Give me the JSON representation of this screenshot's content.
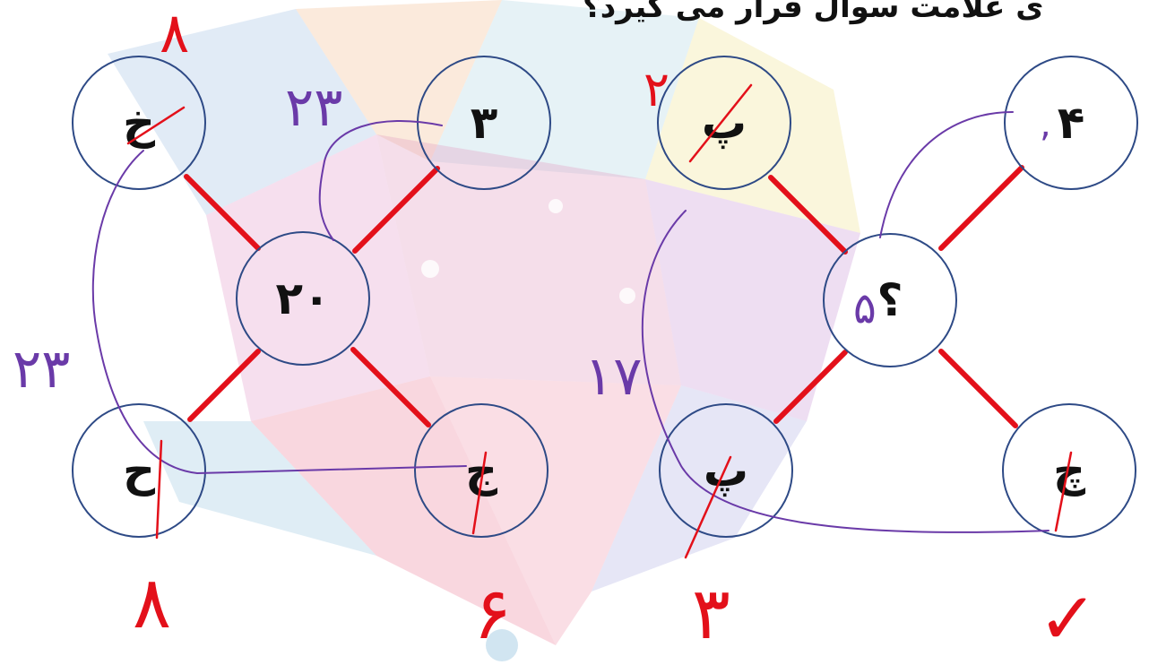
{
  "question_text": "ی علامت سوال قرار می گیرد؟",
  "left_puzzle": {
    "center": "۲۰",
    "top_left": "خ",
    "top_right": "۳",
    "bottom_left": "ح",
    "bottom_right": "ج"
  },
  "right_puzzle": {
    "center": "؟",
    "top_left": "پ",
    "top_right": "۴",
    "bottom_left": "پ",
    "bottom_right": "چ"
  },
  "handwriting": {
    "above_kh": "۸",
    "between_kh_and_3": "۲۳",
    "left_side": "۲۳",
    "above_pe": "۲",
    "near_4": ",",
    "middle": "۱۷",
    "inside_question": "۵",
    "under_hah": "۸",
    "under_jim": "۶",
    "under_pe": "۳",
    "under_che": "✓"
  },
  "colors": {
    "connector": "#e3101a",
    "circle_border": "#2e4a86",
    "annotation_red": "#e3101a",
    "annotation_purple": "#6a3aa8"
  }
}
